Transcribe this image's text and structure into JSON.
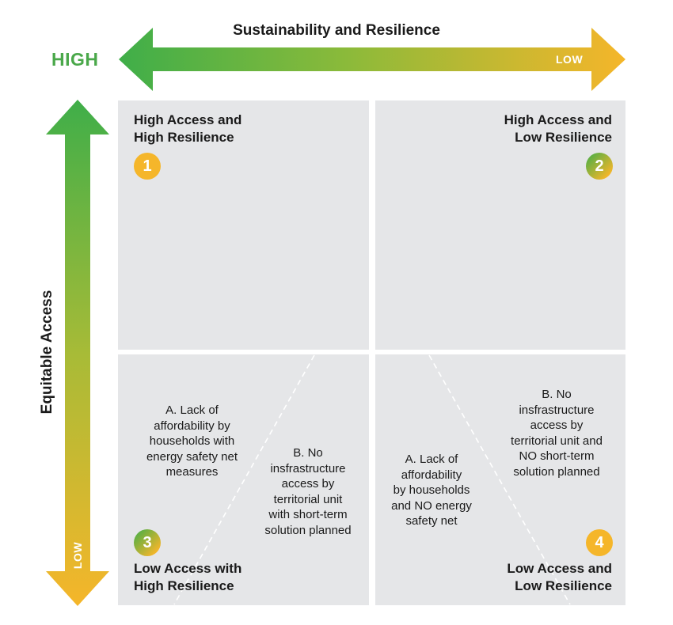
{
  "header": {
    "horizontal_axis_title": "Sustainability and Resilience",
    "high_label": "HIGH",
    "low_label_horizontal": "LOW"
  },
  "vertical_axis": {
    "title": "Equitable Access",
    "low_label": "LOW"
  },
  "colors": {
    "green": "#3fae49",
    "yellow": "#f5b62a",
    "quadrant_bg": "#e5e6e8"
  },
  "quadrants": {
    "q1": {
      "number": "1",
      "title_line1": "High Access and",
      "title_line2": "High Resilience"
    },
    "q2": {
      "number": "2",
      "title_line1": "High Access and",
      "title_line2": "Low Resilience"
    },
    "q3": {
      "number": "3",
      "title_line1": "Low Access with",
      "title_line2": "High Resilience",
      "sub_a": [
        "A. Lack of",
        "affordability by",
        "households with",
        "energy safety net",
        "measures"
      ],
      "sub_b": [
        "B. No",
        "insfrastructure",
        "access by",
        "territorial unit",
        "with short-term",
        "solution planned"
      ]
    },
    "q4": {
      "number": "4",
      "title_line1": "Low Access and",
      "title_line2": "Low Resilience",
      "sub_a": [
        "A. Lack of",
        "affordability",
        "by households",
        "and NO energy",
        "safety net"
      ],
      "sub_b": [
        "B. No",
        "insfrastructure",
        "access by",
        "territorial unit and",
        "NO short-term",
        "solution planned"
      ]
    }
  }
}
